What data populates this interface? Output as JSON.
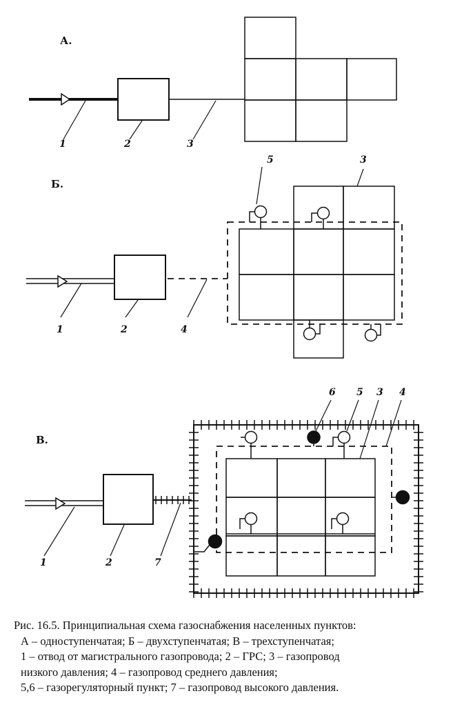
{
  "diagrams": {
    "a": {
      "title": "А.",
      "labels": [
        "1",
        "2",
        "3"
      ]
    },
    "b": {
      "title": "Б.",
      "labels": [
        "1",
        "2",
        "4",
        "5",
        "3"
      ]
    },
    "c": {
      "title": "В.",
      "labels": [
        "1",
        "2",
        "7",
        "6",
        "5",
        "3",
        "4"
      ]
    }
  },
  "caption": {
    "lines": [
      "Рис. 16.5. Принципиальная схема газоснабжения населенных пунктов:",
      "А – одноступенчатая; Б – двухступенчатая; В – трехступенчатая;",
      "1 – отвод от магистрального газопровода; 2 – ГРС; 3 – газопровод",
      "низкого давления; 4 – газопровод среднего давления;",
      "5,6 – газорегуляторный пункт; 7 – газопровод высокого давления."
    ]
  }
}
